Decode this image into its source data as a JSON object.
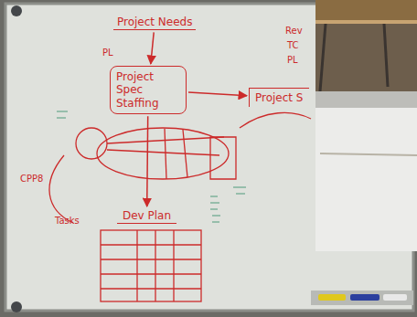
{
  "diagram": {
    "nodes": [
      {
        "text": [
          "Project Needs"
        ]
      },
      {
        "text": [
          "Project Spec Staffing"
        ]
      },
      {
        "text": [
          "Project S"
        ]
      },
      {
        "text": [
          "Dev Plan"
        ]
      }
    ],
    "edges": [
      {
        "from": 0,
        "to": 1,
        "arrow": "to"
      },
      {
        "from": 1,
        "to": 2,
        "arrow": "to"
      },
      {
        "from": 1,
        "to": 3,
        "arrow": "to"
      }
    ],
    "labels": [
      "PL",
      "Rev",
      "TC",
      "PL",
      "CPP8",
      "Tasks"
    ]
  }
}
